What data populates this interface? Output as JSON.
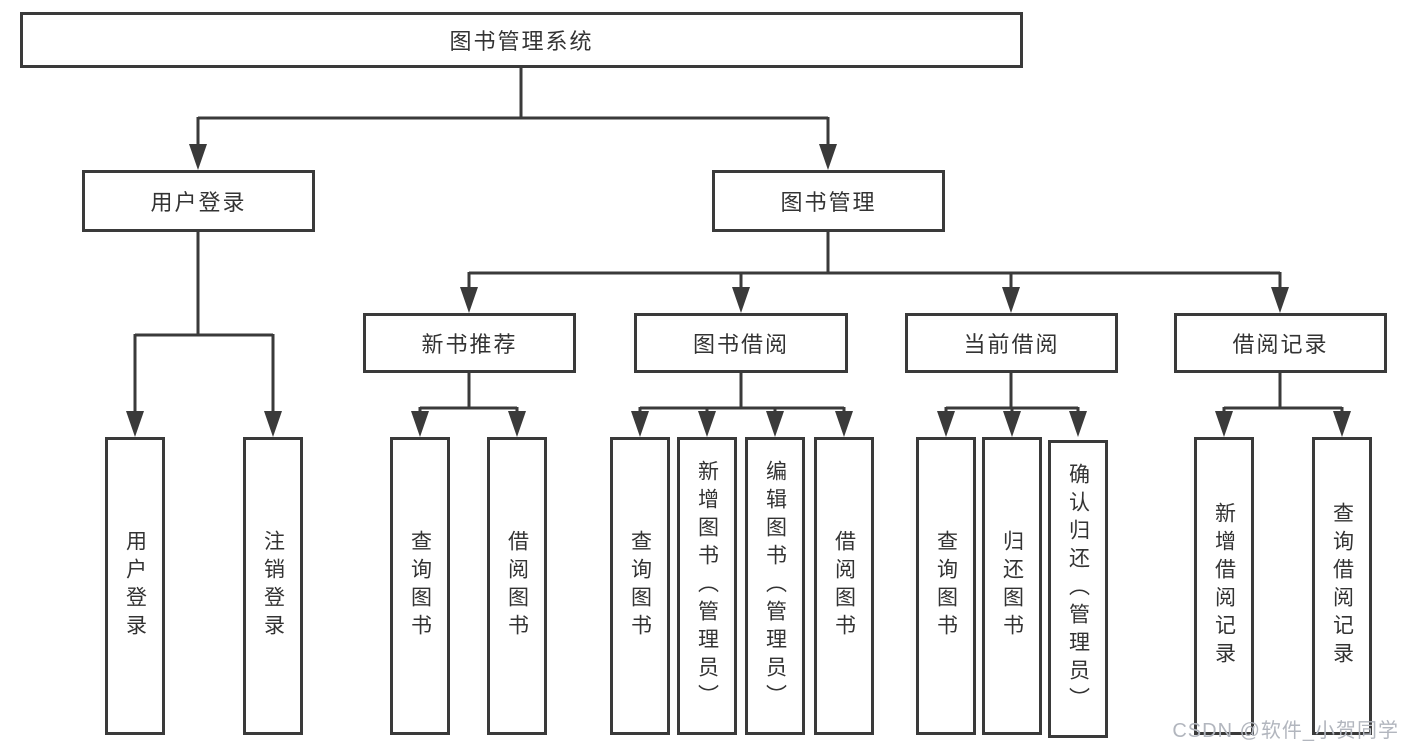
{
  "tree": {
    "label": "图书管理系统",
    "children": [
      {
        "label": "用户登录",
        "children": [
          {
            "label": "用户登录"
          },
          {
            "label": "注销登录"
          }
        ]
      },
      {
        "label": "图书管理",
        "children": [
          {
            "label": "新书推荐",
            "children": [
              {
                "label": "查询图书"
              },
              {
                "label": "借阅图书"
              }
            ]
          },
          {
            "label": "图书借阅",
            "children": [
              {
                "label": "查询图书"
              },
              {
                "label": "新增图书（管理员）"
              },
              {
                "label": "编辑图书（管理员）"
              },
              {
                "label": "借阅图书"
              }
            ]
          },
          {
            "label": "当前借阅",
            "children": [
              {
                "label": "查询图书"
              },
              {
                "label": "归还图书"
              },
              {
                "label": "确认归还（管理员）"
              }
            ]
          },
          {
            "label": "借阅记录",
            "children": [
              {
                "label": "新增借阅记录"
              },
              {
                "label": "查询借阅记录"
              }
            ]
          }
        ]
      }
    ]
  },
  "watermark": {
    "text": "CSDN @软件_小贺同学",
    "color": "#b2b6be"
  },
  "colors": {
    "box_border": "#3a3a3a",
    "connector_line": "#3a3a3a",
    "text": "#333333",
    "background": "#ffffff"
  }
}
